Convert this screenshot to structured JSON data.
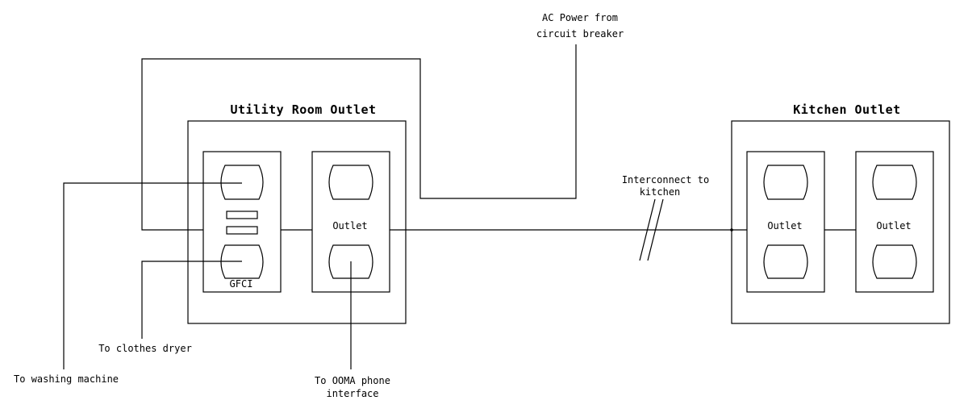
{
  "labels": {
    "utility_title": "Utility Room Outlet",
    "kitchen_title": "Kitchen Outlet",
    "ac_power_line1": "AC Power from",
    "ac_power_line2": "circuit breaker",
    "interconnect_line1": "Interconnect to",
    "interconnect_line2": "kitchen",
    "gfci": "GFCI",
    "utility_outlet": "Outlet",
    "kitchen_outlet_left": "Outlet",
    "kitchen_outlet_right": "Outlet",
    "clothes_dryer": "To clothes dryer",
    "washing_machine": "To washing machine",
    "ooma_line1": "To OOMA phone",
    "ooma_line2": "interface"
  }
}
